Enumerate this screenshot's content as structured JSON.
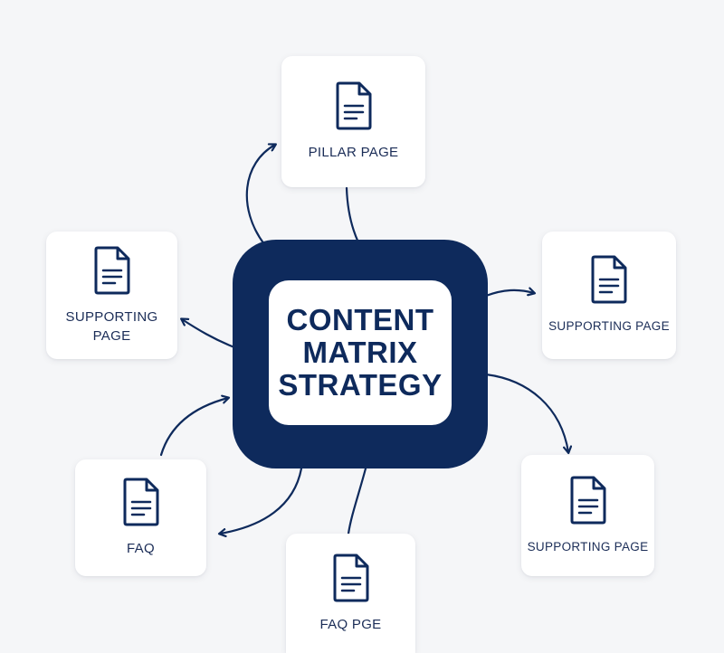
{
  "hub": {
    "title": "CONTENT\nMATRIX\nSTRATEGY"
  },
  "nodes": {
    "pillar": {
      "label": "PILLAR PAGE",
      "icon": "document-icon"
    },
    "supporting_left": {
      "label": "SUPPORTING\nPAGE",
      "icon": "document-icon"
    },
    "supporting_right": {
      "label": "SUPPORTING PAGE",
      "icon": "document-icon"
    },
    "supporting_bottom_right": {
      "label": "SUPPORTING PAGE",
      "icon": "document-icon"
    },
    "faq": {
      "label": "FAQ",
      "icon": "document-icon"
    },
    "faq_page": {
      "label": "FAQ PGE",
      "icon": "document-icon"
    }
  },
  "colors": {
    "background": "#f5f6f8",
    "navy": "#0e2a5c",
    "card": "#ffffff",
    "text": "#1b2d57"
  }
}
